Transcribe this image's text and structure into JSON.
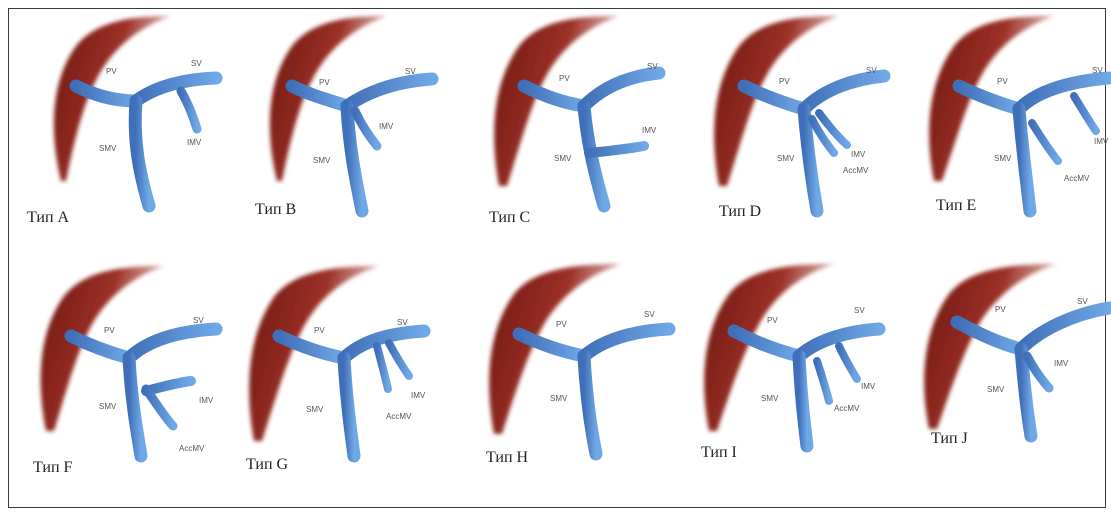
{
  "colors": {
    "vein": "#4a7cc7",
    "vein_light": "#6fa4e0",
    "liver_dark": "#7a1e14",
    "liver_mid": "#a8443a"
  },
  "panels": [
    {
      "caption": "Тип A",
      "labels": {
        "pv": "PV",
        "sv": "SV",
        "smv": "SMV",
        "imv": "IMV"
      }
    },
    {
      "caption": "Тип B",
      "labels": {
        "pv": "PV",
        "sv": "SV",
        "smv": "SMV",
        "imv": "IMV"
      }
    },
    {
      "caption": "Тип C",
      "labels": {
        "pv": "PV",
        "sv": "SV",
        "smv": "SMV",
        "imv": "IMV"
      }
    },
    {
      "caption": "Тип D",
      "labels": {
        "pv": "PV",
        "sv": "SV",
        "smv": "SMV",
        "imv": "IMV",
        "accmv": "AccMV"
      }
    },
    {
      "caption": "Тип E",
      "labels": {
        "pv": "PV",
        "sv": "SV",
        "smv": "SMV",
        "imv": "IMV",
        "accmv": "AccMV"
      }
    },
    {
      "caption": "Тип F",
      "labels": {
        "pv": "PV",
        "sv": "SV",
        "smv": "SMV",
        "imv": "IMV",
        "accmv": "AccMV"
      }
    },
    {
      "caption": "Тип G",
      "labels": {
        "pv": "PV",
        "sv": "SV",
        "smv": "SMV",
        "imv": "IMV",
        "accmv": "AccMV"
      }
    },
    {
      "caption": "Тип H",
      "labels": {
        "pv": "PV",
        "sv": "SV",
        "smv": "SMV"
      }
    },
    {
      "caption": "Тип I",
      "labels": {
        "pv": "PV",
        "sv": "SV",
        "smv": "SMV",
        "imv": "IMV",
        "accmv": "AccMV"
      }
    },
    {
      "caption": "Тип J",
      "labels": {
        "pv": "PV",
        "sv": "SV",
        "smv": "SMV",
        "imv": "IMV"
      }
    }
  ]
}
